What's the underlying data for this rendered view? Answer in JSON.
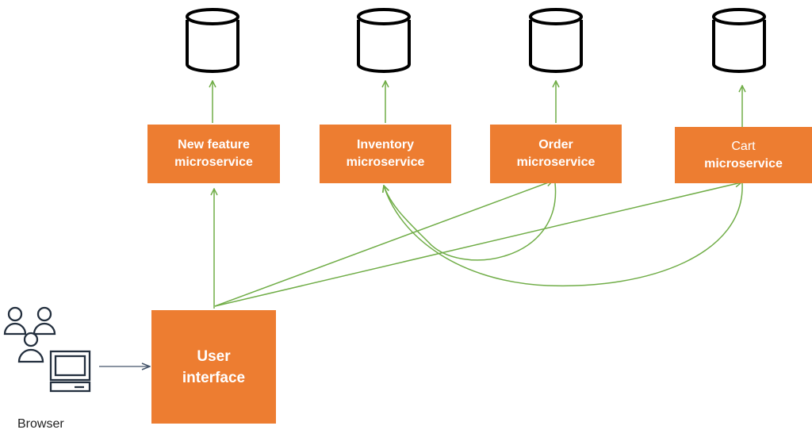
{
  "colors": {
    "box_fill": "#ED7D31",
    "box_text": "#FFFFFF",
    "flow_arrow": "#70AD47",
    "input_arrow": "#44546A",
    "icon_stroke": "#232F3E"
  },
  "services": [
    {
      "id": "new-feature",
      "line1": "New feature",
      "line2": "microservice",
      "database_icon": "database-icon"
    },
    {
      "id": "inventory",
      "line1": "Inventory",
      "line2": "microservice",
      "database_icon": "database-icon"
    },
    {
      "id": "order",
      "line1": "Order",
      "line2": "microservice",
      "database_icon": "database-icon"
    },
    {
      "id": "cart",
      "line1": "Cart",
      "line2": "microservice",
      "database_icon": "database-icon"
    }
  ],
  "user_interface": {
    "line1": "User",
    "line2": "interface"
  },
  "browser": {
    "label": "Browser",
    "icons": [
      "users-icon",
      "laptop-icon"
    ]
  }
}
